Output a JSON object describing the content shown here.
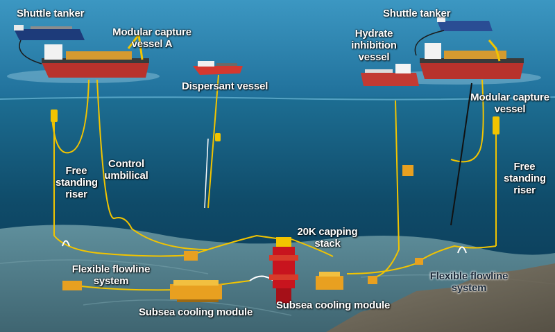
{
  "labels": {
    "shuttle_tanker_left": "Shuttle tanker",
    "shuttle_tanker_right": "Shuttle tanker",
    "modular_capture_vessel_a": [
      "Modular capture",
      "vessel A"
    ],
    "dispersant_vessel": "Dispersant vessel",
    "hydrate_inhibition_vessel": [
      "Hydrate",
      "inhibition",
      "vessel"
    ],
    "modular_capture_vessel": [
      "Modular capture",
      "vessel"
    ],
    "free_standing_riser_left": [
      "Free",
      "standing",
      "riser"
    ],
    "control_umbilical": [
      "Control",
      "umbilical"
    ],
    "free_standing_riser_right": [
      "Free",
      "standing",
      "riser"
    ],
    "capping_stack": [
      "20K capping",
      "stack"
    ],
    "flexible_flowline_left": [
      "Flexible flowline",
      "system"
    ],
    "flexible_flowline_right": [
      "Flexible flowline",
      "system"
    ],
    "subsea_cooling_left": "Subsea cooling module",
    "subsea_cooling_right": "Subsea cooling module"
  },
  "colors": {
    "sea_surface": "#2f88b4",
    "deep_water": "#0b3d57",
    "seabed": "#5c8a96",
    "hull_red": "#b8322c",
    "riser_yellow": "#f2c400",
    "equipment_orange": "#e8a020",
    "capping_stack_red": "#c8141e"
  }
}
